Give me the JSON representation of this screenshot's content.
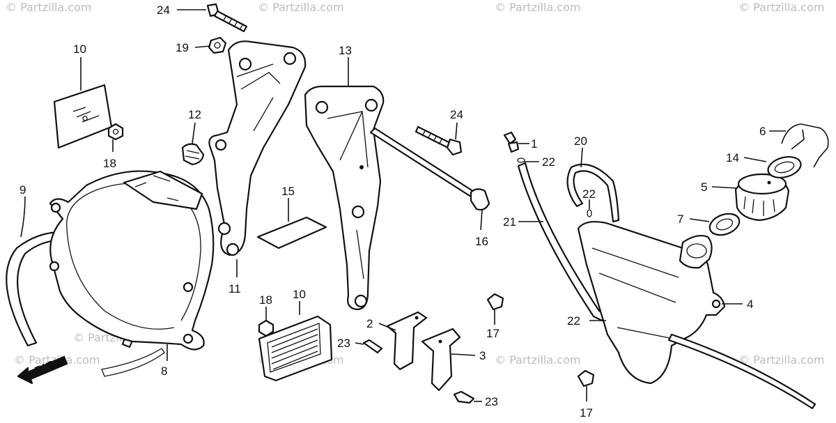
{
  "watermark": "© Partzilla.com",
  "fwd_label": "FWD",
  "callouts": [
    {
      "id": "c24a",
      "text": "24"
    },
    {
      "id": "c19",
      "text": "19"
    },
    {
      "id": "c10a",
      "text": "10"
    },
    {
      "id": "c18a",
      "text": "18"
    },
    {
      "id": "c12",
      "text": "12"
    },
    {
      "id": "c13",
      "text": "13"
    },
    {
      "id": "c24b",
      "text": "24"
    },
    {
      "id": "c1",
      "text": "1"
    },
    {
      "id": "c22a",
      "text": "22"
    },
    {
      "id": "c20",
      "text": "20"
    },
    {
      "id": "c6",
      "text": "6"
    },
    {
      "id": "c14",
      "text": "14"
    },
    {
      "id": "c5",
      "text": "5"
    },
    {
      "id": "c22b",
      "text": "22"
    },
    {
      "id": "c7",
      "text": "7"
    },
    {
      "id": "c9",
      "text": "9"
    },
    {
      "id": "c15",
      "text": "15"
    },
    {
      "id": "c16",
      "text": "16"
    },
    {
      "id": "c21",
      "text": "21"
    },
    {
      "id": "c11",
      "text": "11"
    },
    {
      "id": "c4",
      "text": "4"
    },
    {
      "id": "c18b",
      "text": "18"
    },
    {
      "id": "c10b",
      "text": "10"
    },
    {
      "id": "c2",
      "text": "2"
    },
    {
      "id": "c17a",
      "text": "17"
    },
    {
      "id": "c22c",
      "text": "22"
    },
    {
      "id": "c8",
      "text": "8"
    },
    {
      "id": "c23a",
      "text": "23"
    },
    {
      "id": "c3",
      "text": "3"
    },
    {
      "id": "c23b",
      "text": "23"
    },
    {
      "id": "c17b",
      "text": "17"
    }
  ]
}
